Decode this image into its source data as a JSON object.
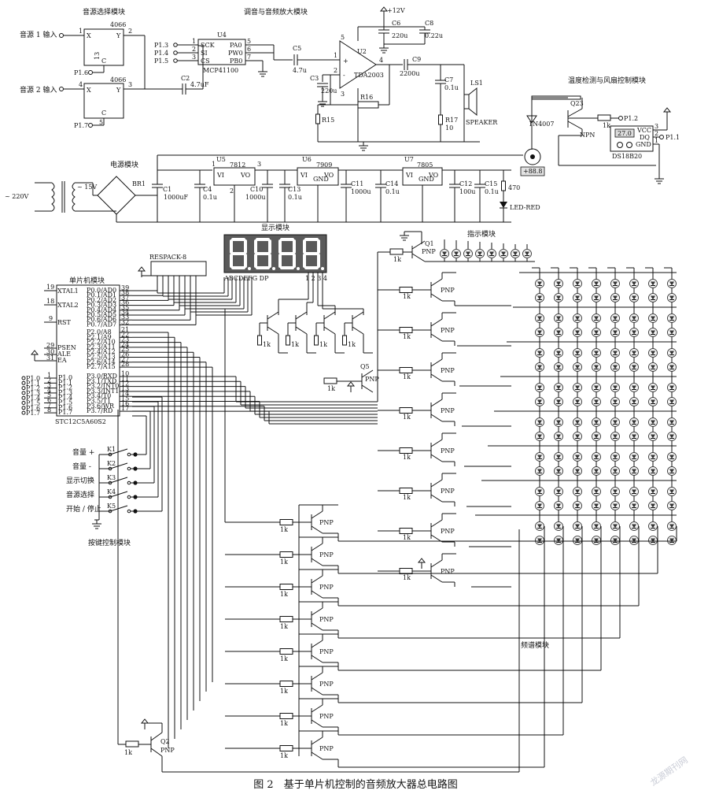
{
  "caption": "图 2　基于单片机控制的音频放大器总电路图",
  "watermark": "龙源期刊网",
  "modules": {
    "source": "音源选择模块",
    "amp": "调音与音频放大模块",
    "temp": "温度检测与风扇控制模块",
    "power": "电源模块",
    "display": "显示模块",
    "indicator": "指示模块",
    "mcu": "单片机模块",
    "keys": "按键控制模块",
    "spectrum": "频谱模块"
  },
  "source": {
    "in1": "音源 1 输入",
    "in2": "音源 2 输入",
    "chip": "4066",
    "x": "X",
    "y": "Y",
    "c": "C",
    "p16": "P1.6",
    "p17": "P1.7",
    "pin1": "1",
    "pin2": "2",
    "pin13": "13",
    "pin4": "4",
    "pin3": "3",
    "pin5": "5",
    "c2": "C2",
    "c2v": "4.7uF"
  },
  "amp": {
    "u4": "U4",
    "chip": "MCP41100",
    "sck": "SCK",
    "si": "SI",
    "cs": "CS",
    "pa0": "PA0",
    "pw0": "PW0",
    "pb0": "PB0",
    "p13": "P1.3",
    "p14": "P1.4",
    "p15": "P1.5",
    "n1": "1",
    "n2": "2",
    "n3": "3",
    "n5": "5",
    "n6": "6",
    "n7": "7",
    "c5": "C5",
    "c5v": "4.7u",
    "u2": "U2",
    "tda": "TDA2003",
    "plus": "+",
    "minus": "-",
    "p5": "5",
    "p4": "4",
    "p1": "1",
    "p2": "2",
    "p3": "3",
    "vcc": "+12V",
    "c6": "C6",
    "c6v": "220u",
    "c8": "C8",
    "c8v": "0.22u",
    "c3": "C3",
    "c3v": "220u",
    "c9": "C9",
    "c9v": "2200u",
    "c7": "C7",
    "c7v": "0.1u",
    "r16": "R16",
    "r15": "R15",
    "r17": "R17",
    "r17v": "10",
    "ls1": "LS1",
    "speaker": "SPEAKER"
  },
  "temp": {
    "q23": "Q23",
    "diode": "1N4007",
    "r": "1k",
    "p12": "P1.2",
    "npn": "NPN",
    "vcc": "VCC",
    "dq": "DQ",
    "gnd": "GND",
    "p11": "P1.1",
    "sensor": "DS18B20",
    "reading": "27.0",
    "fan": "+88.8",
    "n3": "3",
    "n2": "2",
    "n1": "1"
  },
  "power": {
    "ac": "~ 220V",
    "sec": "~ 15V",
    "br1": "BR1",
    "u5": "U5",
    "r5": "7812",
    "u6": "U6",
    "r6": "7909",
    "u7": "U7",
    "r7": "7805",
    "vi": "VI",
    "vo": "VO",
    "gnd": "GND",
    "n1": "1",
    "n2": "2",
    "n3": "3",
    "c1": "C1",
    "c1v": "1000uF",
    "c4": "C4",
    "c4v": "0.1u",
    "c10": "C10",
    "c10v": "1000u",
    "c13": "C13",
    "c13v": "0.1u",
    "c11": "C11",
    "c11v": "1000u",
    "c14": "C14",
    "c14v": "0.1u",
    "c12": "C12",
    "c12v": "100u",
    "c15": "C15",
    "c15v": "0.1u",
    "r470": "470",
    "led": "LED-RED"
  },
  "display": {
    "respack": "RESPACK-8",
    "segs": "ABCDEFG  DP",
    "digits": "1 2 3 4",
    "r": "1k",
    "q5": "Q5",
    "pnp": "PNP"
  },
  "mcu": {
    "chip": "STC12C5A60S2",
    "xtal1": "XTAL1",
    "xtal2": "XTAL2",
    "rst": "RST",
    "psen": "PSEN",
    "ale": "ALE",
    "ea": "EA",
    "pin19": "19",
    "pin18": "18",
    "pin9": "9",
    "pin29": "29",
    "pin30": "30",
    "pin31": "31",
    "p0": [
      "P0.0/AD0",
      "P0.1/AD1",
      "P0.2/AD2",
      "P0.3/AD3",
      "P0.4/AD4",
      "P0.5/AD5",
      "P0.6/AD6",
      "P0.7/AD7"
    ],
    "p0pins": [
      "39",
      "38",
      "37",
      "36",
      "35",
      "34",
      "33",
      "32"
    ],
    "p2": [
      "P2.0/A8",
      "P2.1/A9",
      "P2.2/A10",
      "P2.3/A11",
      "P2.4/A12",
      "P2.5/A13",
      "P2.6/A14",
      "P2.7/A15"
    ],
    "p2pins": [
      "21",
      "22",
      "23",
      "24",
      "25",
      "26",
      "27",
      "28"
    ],
    "p3": [
      "P3.0/RXD",
      "P3.1/TXD",
      "P3.2/INT0",
      "P3.3/INT1",
      "P3.4/T0",
      "P3.5/T1",
      "P3.6/WR",
      "P3.7/RD"
    ],
    "p3pins": [
      "10",
      "11",
      "12",
      "13",
      "14",
      "15",
      "16",
      "17"
    ],
    "p1": [
      "P1.0",
      "P1.1",
      "P1.2",
      "P1.3",
      "P1.4",
      "P1.5",
      "P1.6",
      "P1.7"
    ],
    "p1pins": [
      "1",
      "2",
      "3",
      "4",
      "5",
      "6",
      "7",
      "8"
    ]
  },
  "keys": {
    "k": [
      "K1",
      "K2",
      "K3",
      "K4",
      "K5"
    ],
    "labels": [
      "音量 +",
      "音量 -",
      "显示切换",
      "音源选择",
      "开始 / 停止"
    ]
  },
  "transistors": {
    "pnp": "PNP",
    "r": "1k",
    "q1": "Q1",
    "q2": "Q2"
  }
}
